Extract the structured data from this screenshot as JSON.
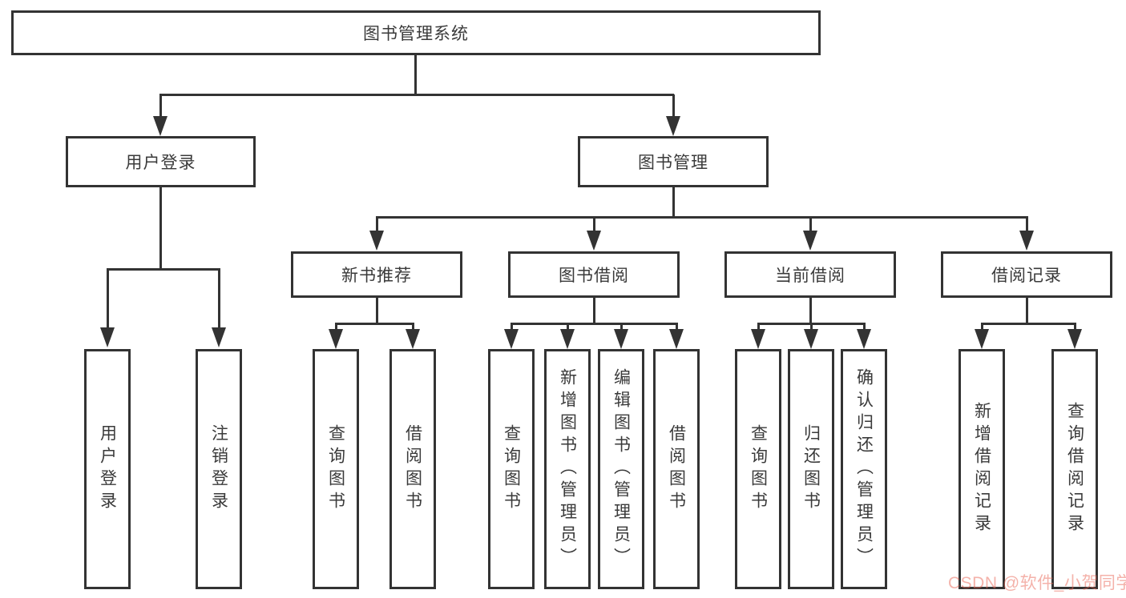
{
  "diagram": {
    "root": {
      "label": "图书管理系统"
    },
    "level1": [
      {
        "label": "用户登录",
        "children": [
          {
            "label": "用户登录"
          },
          {
            "label": "注销登录"
          }
        ]
      },
      {
        "label": "图书管理",
        "children": [
          {
            "label": "新书推荐",
            "children": [
              {
                "label": "查询图书"
              },
              {
                "label": "借阅图书"
              }
            ]
          },
          {
            "label": "图书借阅",
            "children": [
              {
                "label": "查询图书"
              },
              {
                "label": "新增图书（管理员）"
              },
              {
                "label": "编辑图书（管理员）"
              },
              {
                "label": "借阅图书"
              }
            ]
          },
          {
            "label": "当前借阅",
            "children": [
              {
                "label": "查询图书"
              },
              {
                "label": "归还图书"
              },
              {
                "label": "确认归还（管理员）"
              }
            ]
          },
          {
            "label": "借阅记录",
            "children": [
              {
                "label": "新增借阅记录"
              },
              {
                "label": "查询借阅记录"
              }
            ]
          }
        ]
      }
    ]
  },
  "watermark": {
    "text": "CSDN @软件_小贺同学"
  },
  "colors": {
    "line": "#333333",
    "text": "#3a3a3a",
    "watermark": "#eb6655",
    "background": "#ffffff"
  }
}
